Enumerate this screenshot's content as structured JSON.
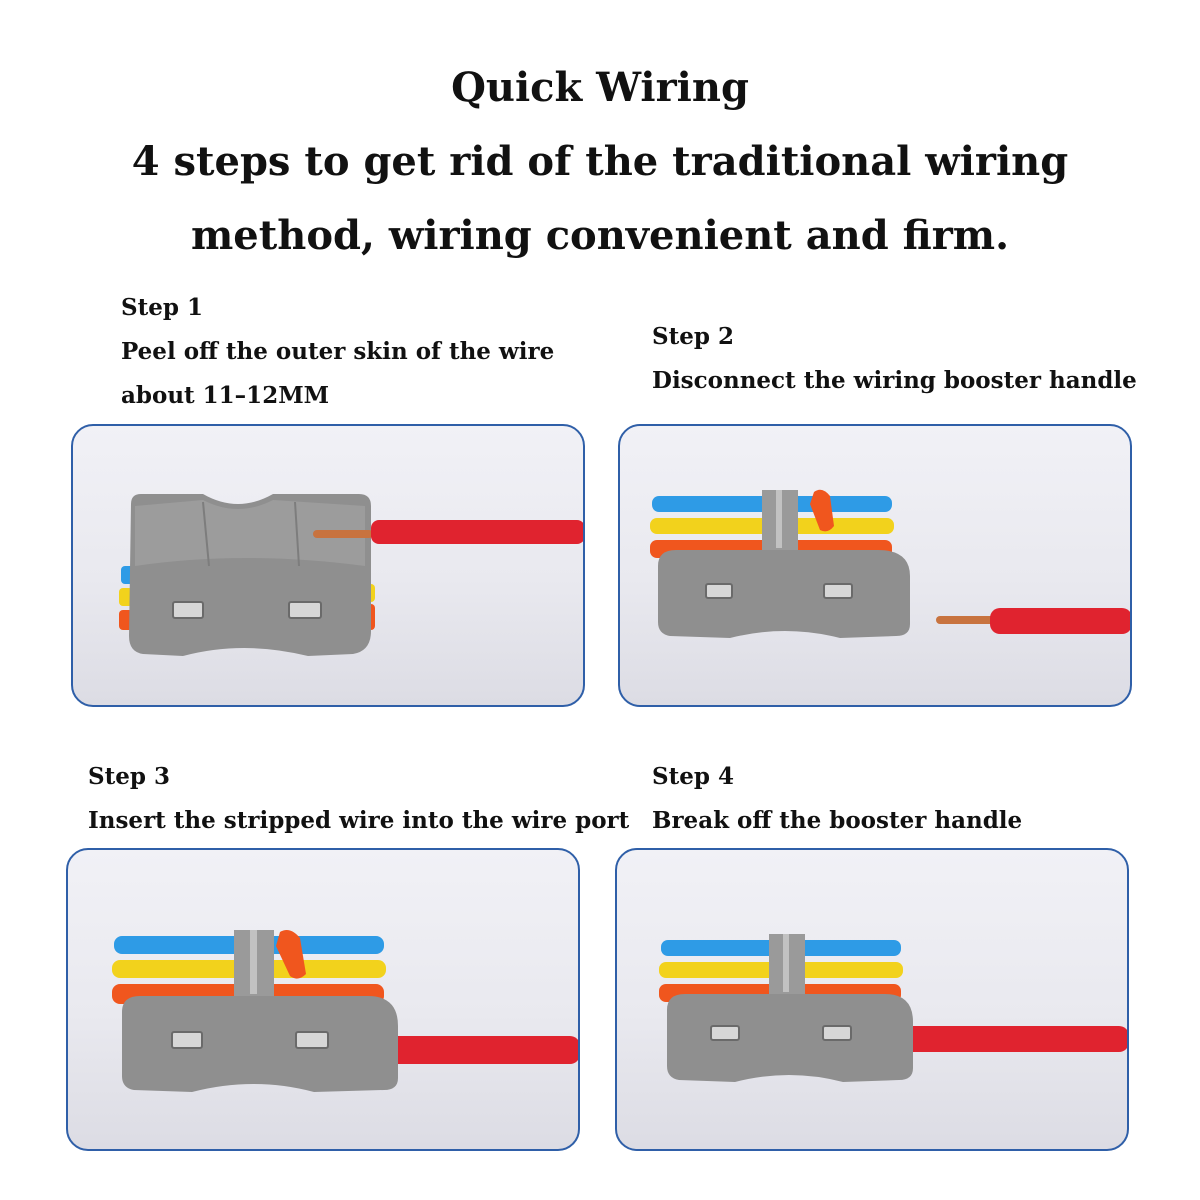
{
  "heading": {
    "title": "Quick Wiring",
    "line1": "4 steps to get rid of the traditional wiring",
    "line2": "method, wiring convenient and firm."
  },
  "steps": [
    {
      "label": "Step 1",
      "text1": "Peel off the outer skin of the wire",
      "text2": "about 11–12MM"
    },
    {
      "label": "Step 2",
      "text1": "Disconnect the wiring booster handle"
    },
    {
      "label": "Step 3",
      "text1": "Insert the stripped wire into the wire port"
    },
    {
      "label": "Step 4",
      "text1": "Break off the booster handle"
    }
  ],
  "colors": {
    "panel_border": "#2f5fa8",
    "connector_gray": "#8f8f8f",
    "wire_red": "#e0232f",
    "lever_blue": "#2e9be6",
    "lever_yellow": "#f2d21c",
    "lever_orange": "#f0561e",
    "copper": "#c8733f"
  }
}
